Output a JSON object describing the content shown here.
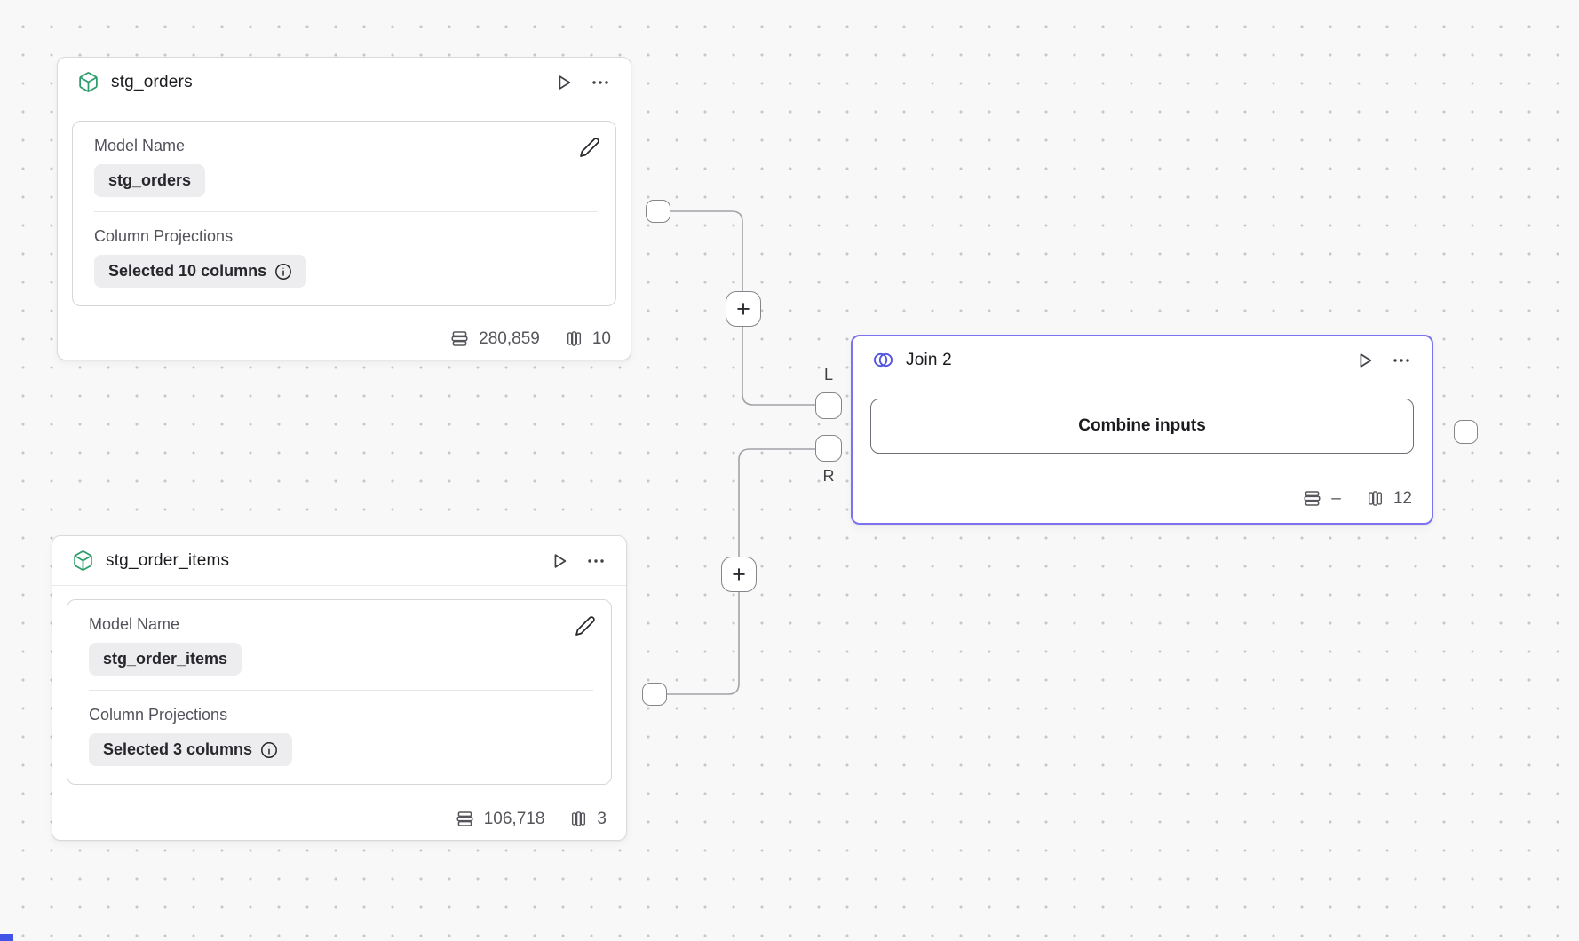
{
  "canvas": {
    "background": "#f8f8f8",
    "dot_color": "#c7c7c9"
  },
  "nodes": {
    "stg_orders": {
      "title": "stg_orders",
      "model_name_label": "Model Name",
      "model_name_value": "stg_orders",
      "projections_label": "Column Projections",
      "projections_value": "Selected 10 columns",
      "row_count": "280,859",
      "column_count": "10"
    },
    "stg_order_items": {
      "title": "stg_order_items",
      "model_name_label": "Model Name",
      "model_name_value": "stg_order_items",
      "projections_label": "Column Projections",
      "projections_value": "Selected 3 columns",
      "row_count": "106,718",
      "column_count": "3"
    },
    "join2": {
      "title": "Join 2",
      "combine_button_label": "Combine inputs",
      "row_count": "–",
      "column_count": "12"
    }
  },
  "ports": {
    "left_input_label": "L",
    "right_input_label": "R"
  },
  "edge_controls": {
    "add_step_label": "+"
  },
  "colors": {
    "model_icon_green": "#2f9e6d",
    "join_accent": "#7d73f1",
    "join_icon_indigo": "#5254e0"
  }
}
